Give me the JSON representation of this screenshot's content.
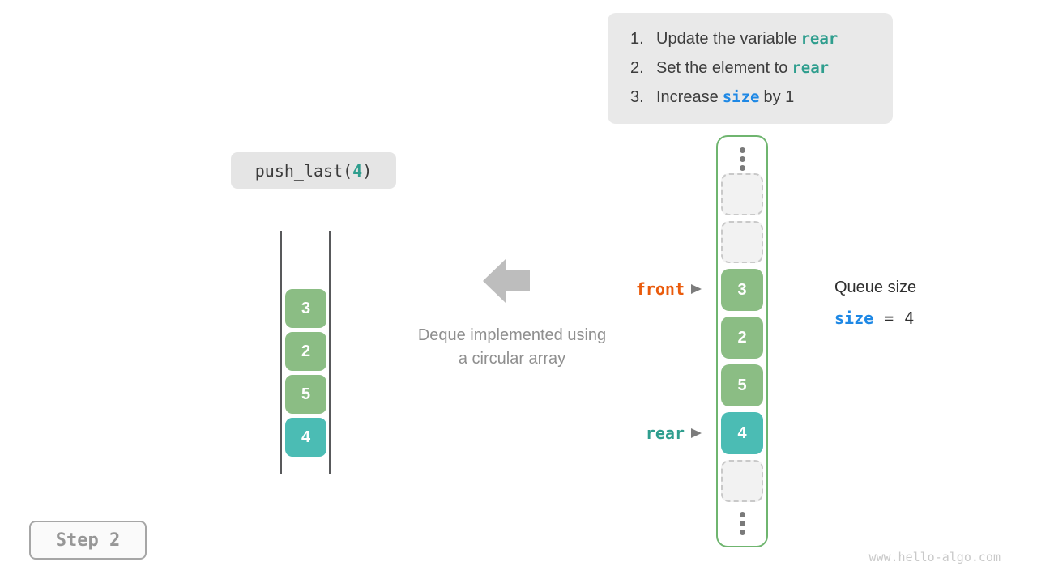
{
  "colors": {
    "code_teal": "#2f9e8e",
    "code_blue": "#1e88e5",
    "front_orange": "#ea5b0c",
    "cell_green": "#8bbd84",
    "cell_teal": "#4bbcb4",
    "container_border": "#6fb56f",
    "instruction_box_bg": "#e9e9e9"
  },
  "instructions": {
    "items": [
      {
        "num": "1.",
        "before": "Update the variable",
        "code": "rear",
        "after": ""
      },
      {
        "num": "2.",
        "before": "Set the element to",
        "code": "rear",
        "after": ""
      },
      {
        "num": "3.",
        "before": "Increase",
        "code": "size",
        "after": "by 1"
      }
    ]
  },
  "operation": {
    "prefix": "push_last(",
    "arg": "4",
    "suffix": ")"
  },
  "left_array": {
    "values": [
      "3",
      "2",
      "5",
      "4"
    ],
    "highlighted_value": "4"
  },
  "caption": {
    "line1": "Deque implemented using",
    "line2": "a circular array"
  },
  "circular_array": {
    "cells": [
      {
        "type": "empty",
        "value": ""
      },
      {
        "type": "empty",
        "value": ""
      },
      {
        "type": "filled",
        "value": "3"
      },
      {
        "type": "filled",
        "value": "2"
      },
      {
        "type": "filled",
        "value": "5"
      },
      {
        "type": "highlight",
        "value": "4"
      },
      {
        "type": "empty",
        "value": ""
      }
    ],
    "front_label": "front",
    "rear_label": "rear"
  },
  "queue_info": {
    "title": "Queue size",
    "variable": "size",
    "equals": "=",
    "value": "4"
  },
  "step": {
    "label": "Step 2"
  },
  "watermark": "www.hello-algo.com"
}
